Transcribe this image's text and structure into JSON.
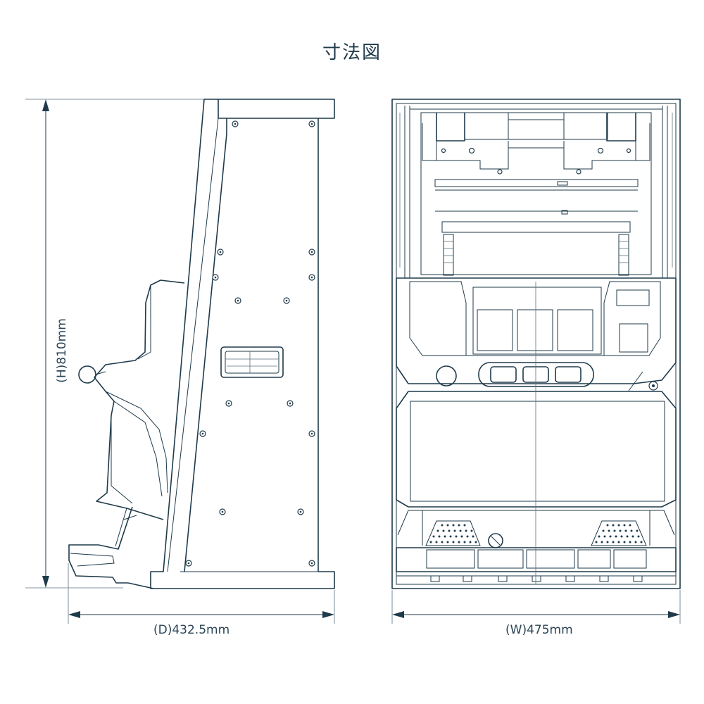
{
  "title": "寸法図",
  "dimensions": {
    "height_label": "(H)810mm",
    "depth_label": "(D)432.5mm",
    "width_label": "(W)475mm"
  },
  "colors": {
    "line": "#1f3a4a",
    "background": "#ffffff"
  }
}
